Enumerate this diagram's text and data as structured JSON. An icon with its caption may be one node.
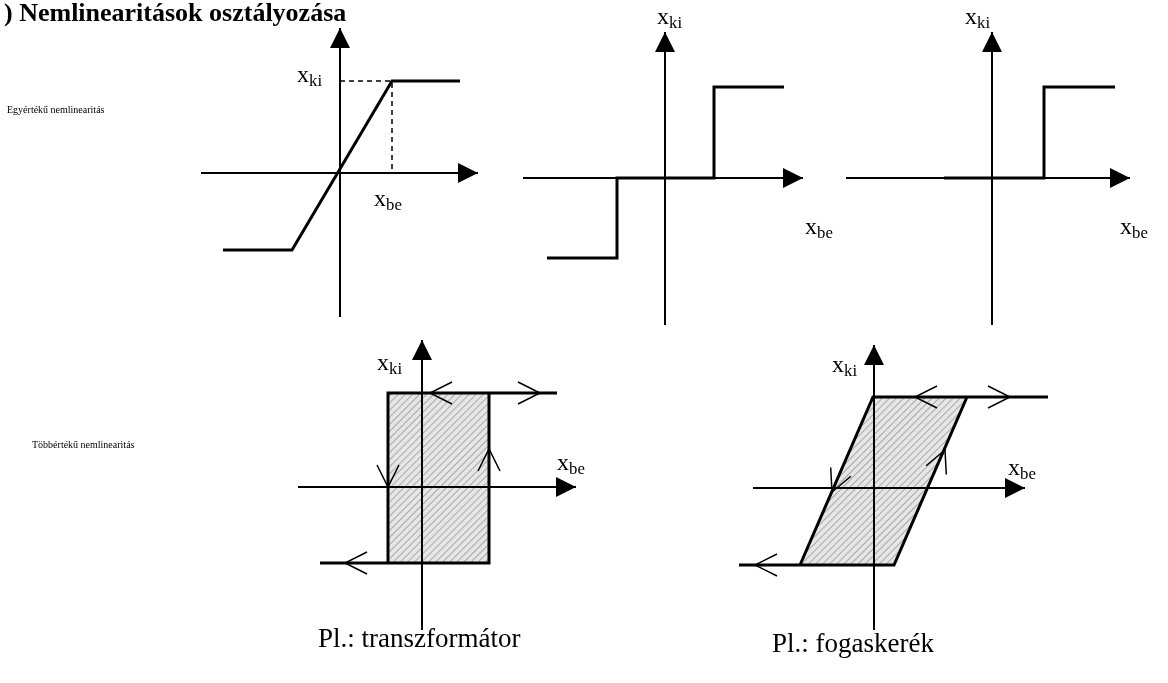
{
  "diagram": {
    "title": ") Nemlinearitások osztályozása",
    "labels": [
      "Egyértékű nemlinearitás",
      "x$_{ki}$",
      "x$_{be}$",
      "x$_{ki}$",
      "x$_{be}$",
      "x$_{ki}$",
      "x$_{be}$",
      "Többértékű nemlinearitás",
      "x$_{ki}$",
      "x$_{be}$",
      "x$_{ki}$",
      "x$_{be}$",
      "Pl.: transzformátor",
      "Pl.: fogaskerék"
    ]
  }
}
